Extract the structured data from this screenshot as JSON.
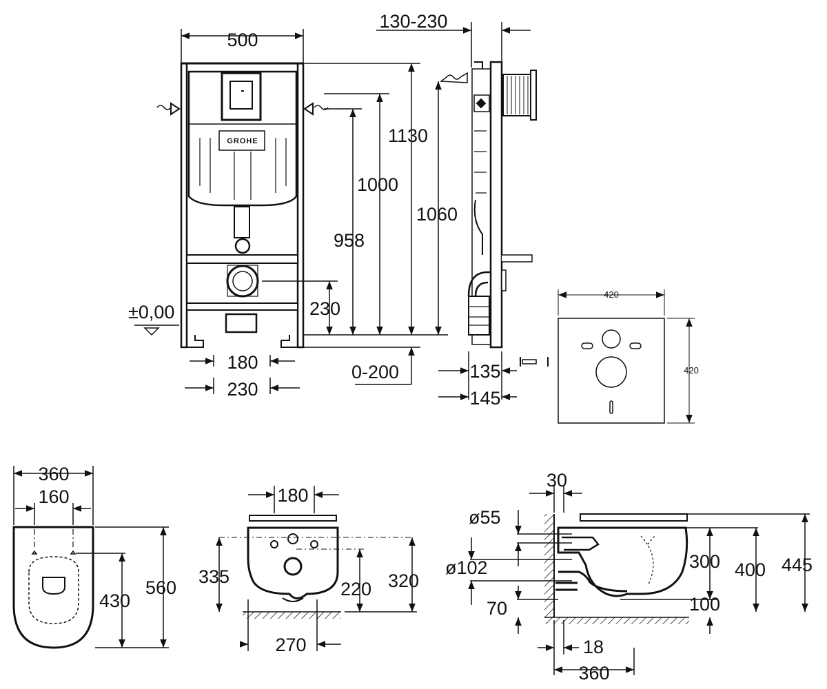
{
  "brand_logo": "GROHE",
  "frame_front": {
    "width": "500",
    "height_1130": "1130",
    "height_1000": "1000",
    "height_958": "958",
    "height_230": "230",
    "floor_level": "±0,00",
    "spacing_180": "180",
    "spacing_230": "230"
  },
  "frame_side": {
    "depth_range": "130-230",
    "height_1060": "1060",
    "floor_range": "0-200",
    "depth_135": "135",
    "depth_145": "145"
  },
  "sound_pad": {
    "width": "420",
    "height": "420"
  },
  "bowl_top": {
    "width": "360",
    "hole_spacing": "160",
    "length": "560",
    "hole_distance": "430"
  },
  "bowl_front": {
    "hole_spacing": "180",
    "height_335": "335",
    "height_220": "220",
    "height_320": "320",
    "base_width": "270"
  },
  "bowl_side": {
    "wall_gap": "30",
    "pipe_55": "ø55",
    "pipe_102": "ø102",
    "height_300": "300",
    "height_400": "400",
    "height_445": "445",
    "offset_70": "70",
    "offset_100": "100",
    "offset_18": "18",
    "length": "360"
  },
  "colors": {
    "line": "#111111",
    "background": "#ffffff"
  }
}
